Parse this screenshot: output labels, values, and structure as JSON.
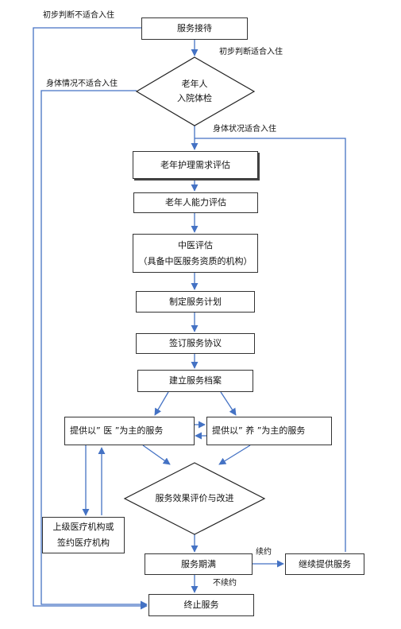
{
  "nodes": {
    "reception": "服务接待",
    "checkup_line1": "老年人",
    "checkup_line2": "入院体检",
    "care_needs": "老年护理需求评估",
    "ability": "老年人能力评估",
    "tcm_line1": "中医评估",
    "tcm_line2": "（具备中医服务资质的机构）",
    "plan": "制定服务计划",
    "agreement": "签订服务协议",
    "records": "建立服务档案",
    "medical": "提供以” 医 ”为主的服务",
    "nursing": "提供以” 养 ”为主的服务",
    "evaluation": "服务效果评价与改进",
    "hospital_line1": "上级医疗机构或",
    "hospital_line2": "签约医疗机构",
    "expiry": "服务期满",
    "continue": "继续提供服务",
    "terminate": "终止服务"
  },
  "edge_labels": {
    "not_suitable_initial": "初步判断不适合入住",
    "suitable_initial": "初步判断适合入住",
    "not_suitable_health": "身体情况不适合入住",
    "suitable_health": "身体状况适合入住",
    "renew": "续约",
    "no_renew": "不续约"
  },
  "colors": {
    "arrow": "#4472c4",
    "border": "#333333"
  }
}
